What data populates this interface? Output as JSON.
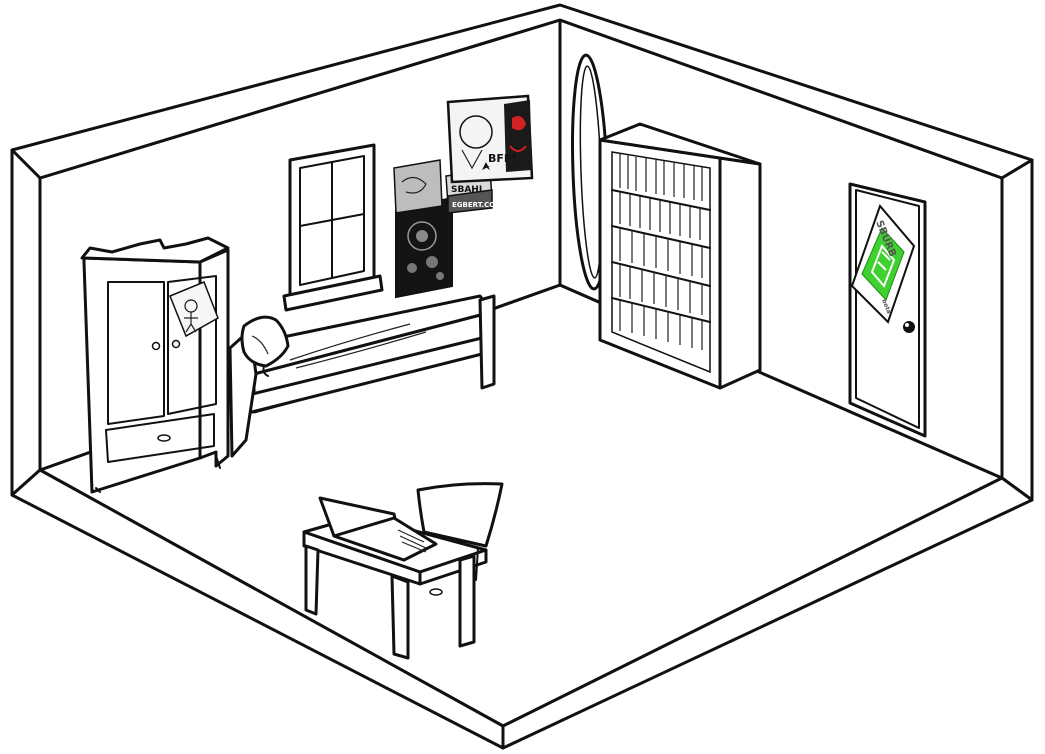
{
  "scene": "bedroom",
  "posters": {
    "bff": {
      "label": "BFF!"
    },
    "small": {
      "label": "SBAHJ"
    },
    "sign": {
      "label": "EGBERT.CO"
    }
  },
  "door": {
    "sign_top": "SBURB",
    "sign_bottom": "beta",
    "sign_color": "#3fd12f"
  },
  "colors": {
    "ink": "#111111",
    "floor": "#ffffff",
    "poster_dark": "#141414",
    "poster_grey": "#bdbdbd",
    "accent_red": "#d32020"
  }
}
